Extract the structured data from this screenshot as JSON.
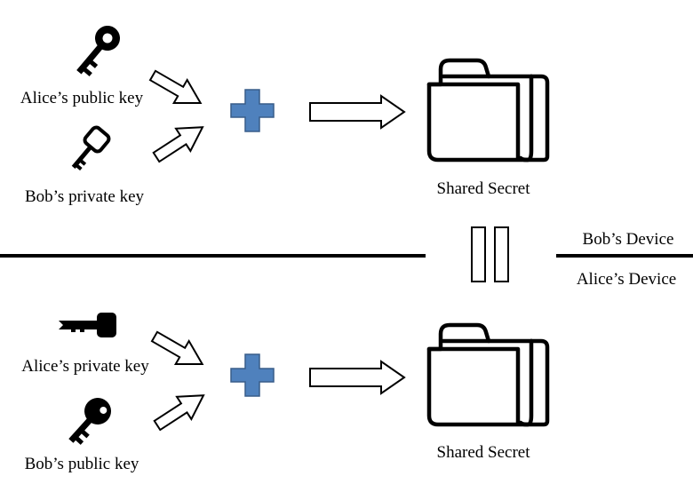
{
  "colors": {
    "background": "#ffffff",
    "ink": "#000000",
    "plus_fill": "#4f81bd",
    "plus_stroke": "#385d8a"
  },
  "bob_device": {
    "device_label": "Bob’s Device",
    "key_a": {
      "label": "Alice’s public key",
      "icon": "public-key-icon"
    },
    "key_b": {
      "label": "Bob’s private key",
      "icon": "private-key-icon"
    },
    "operator_icon": "plus-icon",
    "result": {
      "label": "Shared Secret",
      "icon": "folder-icon"
    }
  },
  "alice_device": {
    "device_label": "Alice’s Device",
    "key_a": {
      "label": "Alice’s private key",
      "icon": "private-key-icon"
    },
    "key_b": {
      "label": "Bob’s public key",
      "icon": "public-key-icon"
    },
    "operator_icon": "plus-icon",
    "result": {
      "label": "Shared Secret",
      "icon": "folder-icon"
    }
  },
  "comparison_icon": "equals-icon"
}
